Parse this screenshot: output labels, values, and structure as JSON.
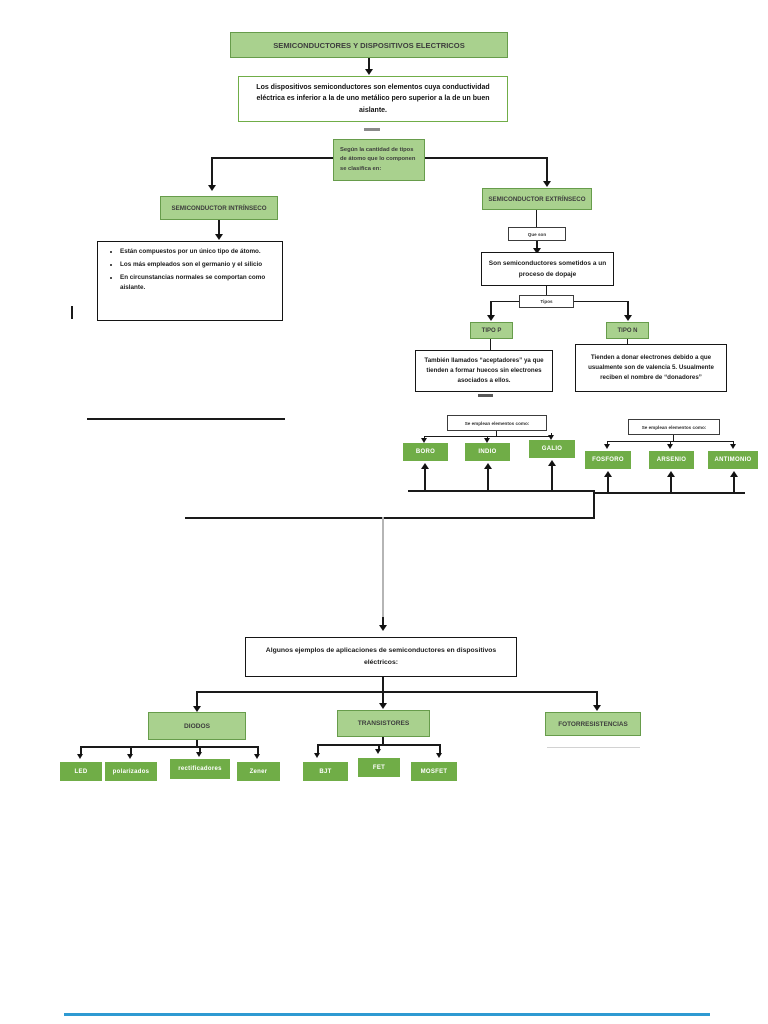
{
  "title": "SEMICONDUCTORES Y DISPOSITIVOS ELECTRICOS",
  "definition": "Los dispositivos semiconductores son elementos cuya conductividad eléctrica es inferior a la de uno metálico pero superior a la de un buen aislante.",
  "classification": "Según la cantidad de tipos de átomo que lo componen se clasifica en:",
  "intrinsic": {
    "title": "SEMICONDUCTOR INTRÍNSECO",
    "bullets": [
      "Están compuestos por un único tipo de átomo.",
      "Los más empleados son el germanio y el silicio",
      "En circunstancias normales se comportan como aislante."
    ]
  },
  "extrinsic": {
    "title": "SEMICONDUCTOR EXTRÍNSECO",
    "que_son_label": "Que son",
    "definition": "Son semiconductores sometidos a un proceso de dopaje",
    "tipos_label": "Tipos",
    "tipo_p": {
      "title": "TIPO P",
      "description": "También llamados “aceptadores” ya que tienden a formar huecos sin electrones asociados a ellos.",
      "elements_label": "Se emplean elementos como:",
      "elements": [
        "BORO",
        "INDIO",
        "GALIO"
      ]
    },
    "tipo_n": {
      "title": "TIPO N",
      "description": "Tienden a donar electrones debido a que usualmente son de valencia 5. Usualmente reciben el nombre de “donadores”",
      "elements_label": "Se emplean elementos como:",
      "elements": [
        "FOSFORO",
        "ARSENIO",
        "ANTIMONIO"
      ]
    }
  },
  "examples": {
    "title": "Algunos ejemplos de aplicaciones de semiconductores en dispositivos eléctricos:",
    "categories": [
      {
        "label": "DIODOS",
        "items": [
          "LED",
          "polarizados",
          "rectificadores",
          "Zener"
        ]
      },
      {
        "label": "TRANSISTORES",
        "items": [
          "BJT",
          "FET",
          "MOSFET"
        ]
      },
      {
        "label": "FOTORRESISTENCIAS",
        "items": []
      }
    ]
  },
  "colors": {
    "box_fill_light": "#a9d18e",
    "box_border_green": "#679c4b",
    "box_fill_solid": "#70ad47",
    "bottom_bar_blue": "#2e9ad2"
  }
}
